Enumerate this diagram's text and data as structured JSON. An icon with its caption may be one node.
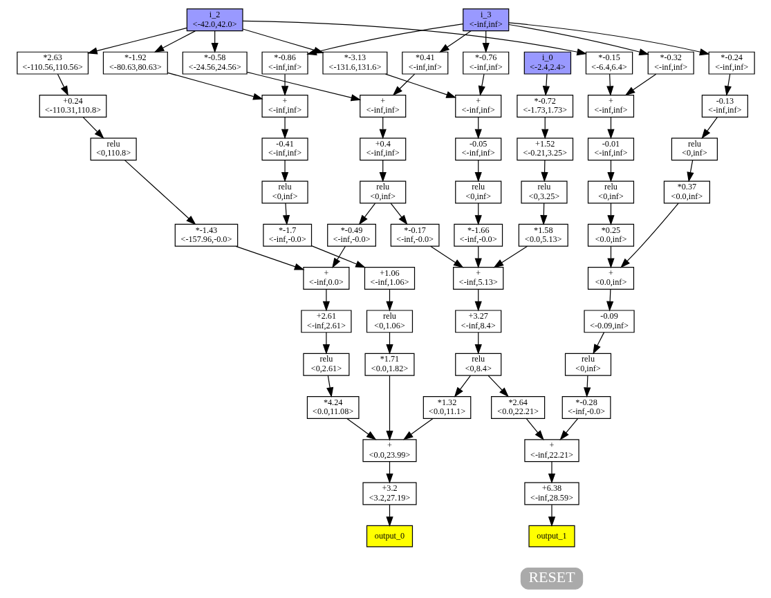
{
  "diagram": {
    "nodes": [
      {
        "text": [
          "i_2",
          "<-42.0,42.0>"
        ]
      },
      {
        "text": [
          "i_3",
          "<-inf,inf>"
        ]
      },
      {
        "text": [
          "*2.63",
          "<-110.56,110.56>"
        ]
      },
      {
        "text": [
          "*-1.92",
          "<-80.63,80.63>"
        ]
      },
      {
        "text": [
          "*-0.58",
          "<-24.56,24.56>"
        ]
      },
      {
        "text": [
          "*-0.86",
          "<-inf,inf>"
        ]
      },
      {
        "text": [
          "*-3.13",
          "<-131.6,131.6>"
        ]
      },
      {
        "text": [
          "*0.41",
          "<-inf,inf>"
        ]
      },
      {
        "text": [
          "*-0.76",
          "<-inf,inf>"
        ]
      },
      {
        "text": [
          "i_0",
          "<-2.4,2.4>"
        ]
      },
      {
        "text": [
          "*-0.15",
          "<-6.4,6.4>"
        ]
      },
      {
        "text": [
          "*-0.32",
          "<-inf,inf>"
        ]
      },
      {
        "text": [
          "*-0.24",
          "<-inf,inf>"
        ]
      },
      {
        "text": [
          "+0.24",
          "<-110.31,110.8>"
        ]
      },
      {
        "text": [
          "+",
          "<-inf,inf>"
        ]
      },
      {
        "text": [
          "+",
          "<-inf,inf>"
        ]
      },
      {
        "text": [
          "+",
          "<-inf,inf>"
        ]
      },
      {
        "text": [
          "*-0.72",
          "<-1.73,1.73>"
        ]
      },
      {
        "text": [
          "+",
          "<-inf,inf>"
        ]
      },
      {
        "text": [
          "-0.13",
          "<-inf,inf>"
        ]
      },
      {
        "text": [
          "relu",
          "<0,110.8>"
        ]
      },
      {
        "text": [
          "-0.41",
          "<-inf,inf>"
        ]
      },
      {
        "text": [
          "+0.4",
          "<-inf,inf>"
        ]
      },
      {
        "text": [
          "-0.05",
          "<-inf,inf>"
        ]
      },
      {
        "text": [
          "+1.52",
          "<-0.21,3.25>"
        ]
      },
      {
        "text": [
          "-0.01",
          "<-inf,inf>"
        ]
      },
      {
        "text": [
          "relu",
          "<0,inf>"
        ]
      },
      {
        "text": [
          "*-1.43",
          "<-157.96,-0.0>"
        ]
      },
      {
        "text": [
          "relu",
          "<0,inf>"
        ]
      },
      {
        "text": [
          "relu",
          "<0,inf>"
        ]
      },
      {
        "text": [
          "relu",
          "<0,inf>"
        ]
      },
      {
        "text": [
          "relu",
          "<0,3.25>"
        ]
      },
      {
        "text": [
          "relu",
          "<0,inf>"
        ]
      },
      {
        "text": [
          "*-1.7",
          "<-inf,-0.0>"
        ]
      },
      {
        "text": [
          "*-0.49",
          "<-inf,-0.0>"
        ]
      },
      {
        "text": [
          "*-0.17",
          "<-inf,-0.0>"
        ]
      },
      {
        "text": [
          "*-1.66",
          "<-inf,-0.0>"
        ]
      },
      {
        "text": [
          "*1.58",
          "<0.0,5.13>"
        ]
      },
      {
        "text": [
          "*0.25",
          "<0.0,inf>"
        ]
      },
      {
        "text": [
          "*0.37",
          "<0.0,inf>"
        ]
      },
      {
        "text": [
          "+",
          "<-inf,0.0>"
        ]
      },
      {
        "text": [
          "+1.06",
          "<-inf,1.06>"
        ]
      },
      {
        "text": [
          "+",
          "<-inf,5.13>"
        ]
      },
      {
        "text": [
          "+",
          "<0.0,inf>"
        ]
      },
      {
        "text": [
          "+2.61",
          "<-inf,2.61>"
        ]
      },
      {
        "text": [
          "relu",
          "<0,1.06>"
        ]
      },
      {
        "text": [
          "+3.27",
          "<-inf,8.4>"
        ]
      },
      {
        "text": [
          "-0.09",
          "<-0.09,inf>"
        ]
      },
      {
        "text": [
          "relu",
          "<0,2.61>"
        ]
      },
      {
        "text": [
          "*1.71",
          "<0.0,1.82>"
        ]
      },
      {
        "text": [
          "relu",
          "<0,8.4>"
        ]
      },
      {
        "text": [
          "relu",
          "<0,inf>"
        ]
      },
      {
        "text": [
          "*4.24",
          "<0.0,11.08>"
        ]
      },
      {
        "text": [
          "*1.32",
          "<0.0,11.1>"
        ]
      },
      {
        "text": [
          "*2.64",
          "<0.0,22.21>"
        ]
      },
      {
        "text": [
          "*-0.28",
          "<-inf,-0.0>"
        ]
      },
      {
        "text": [
          "+",
          "<0.0,23.99>"
        ]
      },
      {
        "text": [
          "+",
          "<-inf,22.21>"
        ]
      },
      {
        "text": [
          "+3.2",
          "<3.2,27.19>"
        ]
      },
      {
        "text": [
          "+6.38",
          "<-inf,28.59>"
        ]
      },
      {
        "text": [
          "output_0"
        ]
      },
      {
        "text": [
          "output_1"
        ]
      }
    ],
    "edges": [
      {
        "from": 0,
        "to": 2,
        "arrow": "to"
      },
      {
        "from": 0,
        "to": 3,
        "arrow": "to"
      },
      {
        "from": 0,
        "to": 4,
        "arrow": "to"
      },
      {
        "from": 0,
        "to": 6,
        "arrow": "to"
      },
      {
        "from": 0,
        "to": 10,
        "arrow": "to"
      },
      {
        "from": 1,
        "to": 5,
        "arrow": "to"
      },
      {
        "from": 1,
        "to": 7,
        "arrow": "to"
      },
      {
        "from": 1,
        "to": 8,
        "arrow": "to"
      },
      {
        "from": 1,
        "to": 11,
        "arrow": "to"
      },
      {
        "from": 1,
        "to": 12,
        "arrow": "to"
      },
      {
        "from": 2,
        "to": 13,
        "arrow": "to"
      },
      {
        "from": 3,
        "to": 14,
        "arrow": "to"
      },
      {
        "from": 5,
        "to": 14,
        "arrow": "to"
      },
      {
        "from": 4,
        "to": 15,
        "arrow": "to"
      },
      {
        "from": 7,
        "to": 15,
        "arrow": "to"
      },
      {
        "from": 6,
        "to": 16,
        "arrow": "to"
      },
      {
        "from": 8,
        "to": 16,
        "arrow": "to"
      },
      {
        "from": 9,
        "to": 17,
        "arrow": "to"
      },
      {
        "from": 10,
        "to": 18,
        "arrow": "to"
      },
      {
        "from": 11,
        "to": 18,
        "arrow": "to"
      },
      {
        "from": 12,
        "to": 19,
        "arrow": "to"
      },
      {
        "from": 13,
        "to": 20,
        "arrow": "to"
      },
      {
        "from": 14,
        "to": 21,
        "arrow": "to"
      },
      {
        "from": 15,
        "to": 22,
        "arrow": "to"
      },
      {
        "from": 16,
        "to": 23,
        "arrow": "to"
      },
      {
        "from": 17,
        "to": 24,
        "arrow": "to"
      },
      {
        "from": 18,
        "to": 25,
        "arrow": "to"
      },
      {
        "from": 19,
        "to": 26,
        "arrow": "to"
      },
      {
        "from": 20,
        "to": 27,
        "arrow": "to"
      },
      {
        "from": 21,
        "to": 28,
        "arrow": "to"
      },
      {
        "from": 22,
        "to": 29,
        "arrow": "to"
      },
      {
        "from": 23,
        "to": 30,
        "arrow": "to"
      },
      {
        "from": 24,
        "to": 31,
        "arrow": "to"
      },
      {
        "from": 25,
        "to": 32,
        "arrow": "to"
      },
      {
        "from": 28,
        "to": 33,
        "arrow": "to"
      },
      {
        "from": 29,
        "to": 34,
        "arrow": "to"
      },
      {
        "from": 29,
        "to": 35,
        "arrow": "to"
      },
      {
        "from": 30,
        "to": 36,
        "arrow": "to"
      },
      {
        "from": 31,
        "to": 37,
        "arrow": "to"
      },
      {
        "from": 32,
        "to": 38,
        "arrow": "to"
      },
      {
        "from": 26,
        "to": 39,
        "arrow": "to"
      },
      {
        "from": 27,
        "to": 40,
        "arrow": "to"
      },
      {
        "from": 34,
        "to": 40,
        "arrow": "to"
      },
      {
        "from": 33,
        "to": 41,
        "arrow": "to"
      },
      {
        "from": 35,
        "to": 42,
        "arrow": "to"
      },
      {
        "from": 36,
        "to": 42,
        "arrow": "to"
      },
      {
        "from": 37,
        "to": 42,
        "arrow": "to"
      },
      {
        "from": 38,
        "to": 43,
        "arrow": "to"
      },
      {
        "from": 39,
        "to": 43,
        "arrow": "to"
      },
      {
        "from": 40,
        "to": 44,
        "arrow": "to"
      },
      {
        "from": 41,
        "to": 45,
        "arrow": "to"
      },
      {
        "from": 42,
        "to": 46,
        "arrow": "to"
      },
      {
        "from": 43,
        "to": 47,
        "arrow": "to"
      },
      {
        "from": 44,
        "to": 48,
        "arrow": "to"
      },
      {
        "from": 45,
        "to": 49,
        "arrow": "to"
      },
      {
        "from": 46,
        "to": 50,
        "arrow": "to"
      },
      {
        "from": 47,
        "to": 51,
        "arrow": "to"
      },
      {
        "from": 48,
        "to": 52,
        "arrow": "to"
      },
      {
        "from": 50,
        "to": 53,
        "arrow": "to"
      },
      {
        "from": 50,
        "to": 54,
        "arrow": "to"
      },
      {
        "from": 51,
        "to": 55,
        "arrow": "to"
      },
      {
        "from": 52,
        "to": 56,
        "arrow": "to"
      },
      {
        "from": 49,
        "to": 56,
        "arrow": "to"
      },
      {
        "from": 53,
        "to": 56,
        "arrow": "to"
      },
      {
        "from": 54,
        "to": 57,
        "arrow": "to"
      },
      {
        "from": 55,
        "to": 57,
        "arrow": "to"
      },
      {
        "from": 56,
        "to": 58,
        "arrow": "to"
      },
      {
        "from": 57,
        "to": 59,
        "arrow": "to"
      },
      {
        "from": 58,
        "to": 60,
        "arrow": "to"
      },
      {
        "from": 59,
        "to": 61,
        "arrow": "to"
      }
    ],
    "labels": [
      "RESET"
    ]
  }
}
